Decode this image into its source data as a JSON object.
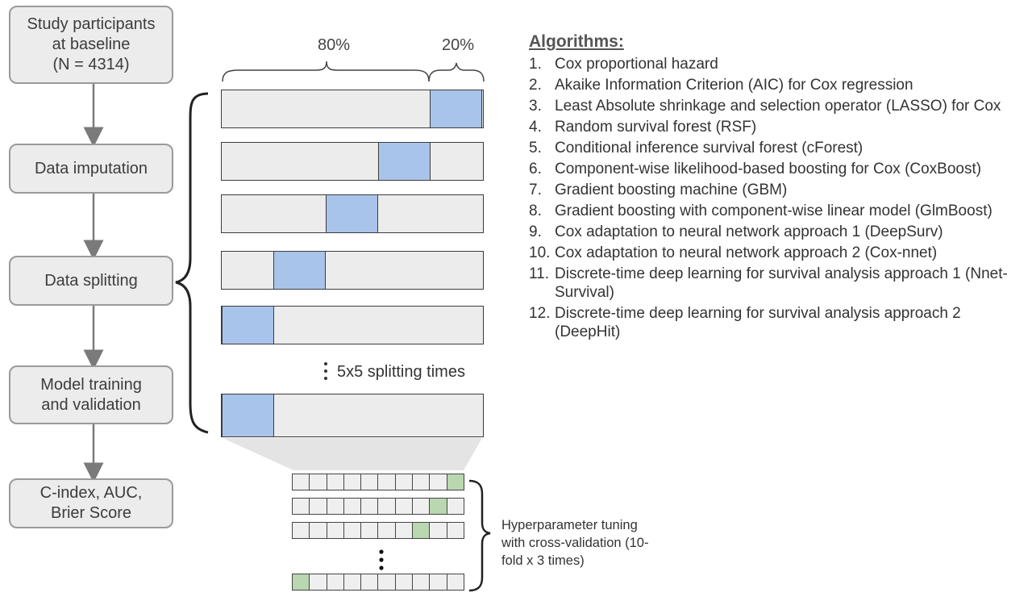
{
  "flow_steps": [
    {
      "label": "Study participants\nat baseline\n(N = 4314)"
    },
    {
      "label": "Data imputation"
    },
    {
      "label": "Data splitting"
    },
    {
      "label": "Model training\nand validation"
    },
    {
      "label": "C-index, AUC,\nBrier Score"
    }
  ],
  "split": {
    "train_label": "80%",
    "test_label": "20%",
    "repeat_label": "5x5 splitting times"
  },
  "tuning": {
    "label": "Hyperparameter tuning\nwith cross-validation (10-\nfold x 3 times)"
  },
  "algorithms": {
    "title": "Algorithms:",
    "items": [
      {
        "num": "1.",
        "text": "Cox proportional hazard"
      },
      {
        "num": "2.",
        "text": "Akaike Information Criterion (AIC) for Cox regression"
      },
      {
        "num": "3.",
        "text": "Least Absolute shrinkage and selection operator (LASSO) for Cox"
      },
      {
        "num": "4.",
        "text": "Random survival forest (RSF)"
      },
      {
        "num": "5.",
        "text": "Conditional inference survival forest (cForest)"
      },
      {
        "num": "6.",
        "text": "Component-wise likelihood-based boosting for Cox (CoxBoost)"
      },
      {
        "num": "7.",
        "text": "Gradient boosting machine (GBM)"
      },
      {
        "num": "8.",
        "text": "Gradient boosting with component-wise linear model (GlmBoost)"
      },
      {
        "num": "9.",
        "text": "Cox adaptation to neural network approach 1 (DeepSurv)"
      },
      {
        "num": "10.",
        "text": "Cox adaptation to neural network approach 2 (Cox-nnet)"
      },
      {
        "num": "11.",
        "text": "Discrete-time deep learning for survival analysis approach 1 (Nnet-Survival)"
      },
      {
        "num": "12.",
        "text": "Discrete-time deep learning for survival analysis approach 2 (DeepHit)"
      }
    ]
  }
}
